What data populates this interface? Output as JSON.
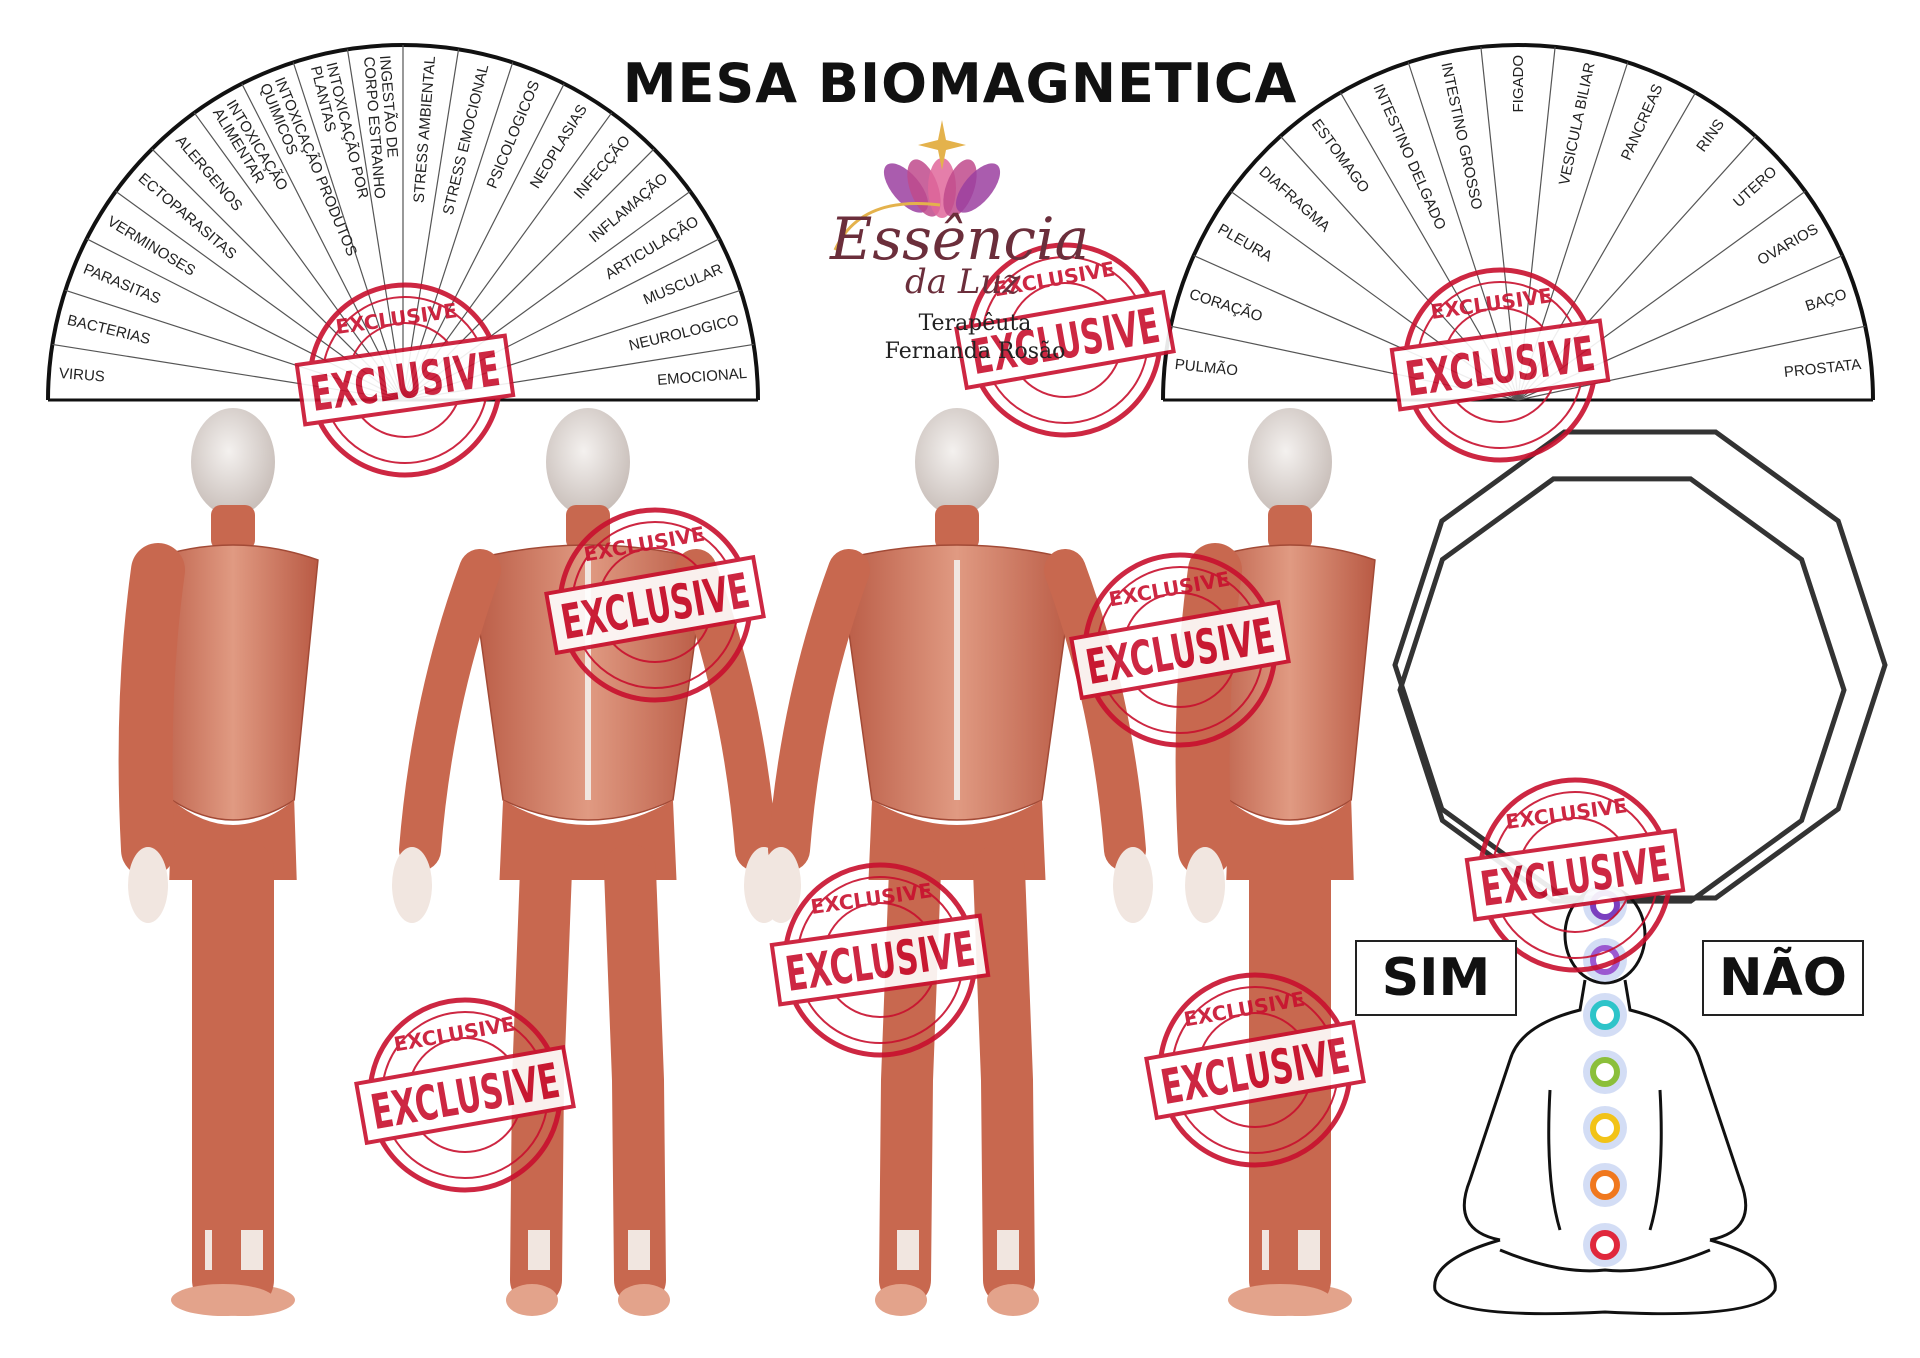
{
  "title": "MESA BIOMAGNETICA",
  "logo": {
    "script_main": "Essência",
    "script_sub": "da Luz",
    "line1": "Terapêuta",
    "line2": "Fernanda Rosão"
  },
  "left_chart": {
    "labels": [
      "VIRUS",
      "BACTERIAS",
      "PARASITAS",
      "VERMINOSES",
      "ECTOPARASITAS",
      "ALERGENOS",
      "INTOXICAÇÃO ALIMENTAR",
      "INTOXICAÇÃO PRODUTOS QUIMICOS",
      "INTOXICAÇÃO POR PLANTAS",
      "INGESTÃO DE CORPO ESTRANHO",
      "STRESS AMBIENTAL",
      "STRESS EMOCIONAL",
      "PSICOLOGICOS",
      "NEOPLASIAS",
      "INFECÇÃO",
      "INFLAMAÇÃO",
      "ARTICULAÇÃO",
      "MUSCULAR",
      "NEUROLOGICO",
      "EMOCIONAL"
    ]
  },
  "right_chart": {
    "labels": [
      "PULMÃO",
      "CORAÇÃO",
      "PLEURA",
      "DIAFRAGMA",
      "ESTOMAGO",
      "INTESTINO DELGADO",
      "INTESTINO GROSSO",
      "FIGADO",
      "VESICULA BILIAR",
      "PANCREAS",
      "RINS",
      "UTERO",
      "OVARIOS",
      "BAÇO",
      "PROSTATA"
    ]
  },
  "stamp": {
    "center_text": "EXCLUSIVE",
    "ring_text": "EXCLUSIVE",
    "color": "#c8102e"
  },
  "answers": {
    "yes": "SIM",
    "no": "NÃO"
  },
  "chakra_colors": [
    "#7b3fbf",
    "#9b59d0",
    "#2ec4c9",
    "#8bbf3a",
    "#f2c318",
    "#f0781e",
    "#e0283c"
  ],
  "colors": {
    "skin": "#e3a38b",
    "muscle": "#c8684f",
    "tendon": "#f1e6e0",
    "outline": "#222222"
  }
}
